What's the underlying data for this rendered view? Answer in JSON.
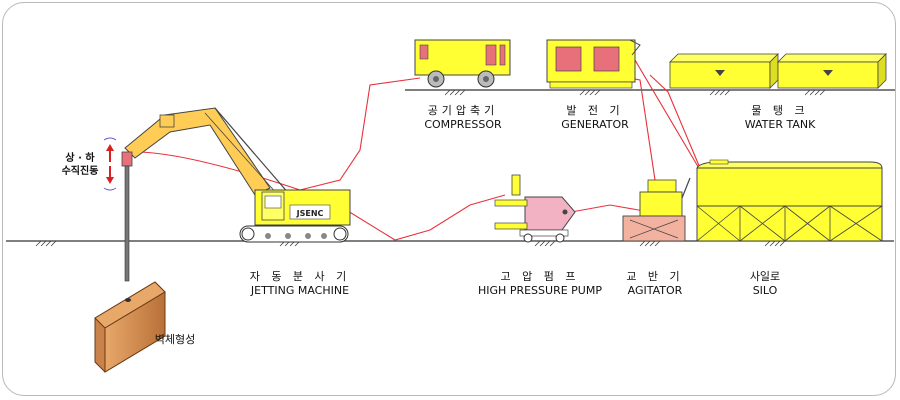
{
  "labels": {
    "compressor": {
      "ko": "공기압축기",
      "en": "COMPRESSOR"
    },
    "generator": {
      "ko": "발 전 기",
      "en": "GENERATOR"
    },
    "water_tank": {
      "ko": "물 탱 크",
      "en": "WATER TANK"
    },
    "jetting_machine": {
      "ko": "자 동 분 사 기",
      "en": "JETTING MACHINE"
    },
    "high_pressure_pump": {
      "ko": "고 압 펌 프",
      "en": "HIGH PRESSURE PUMP"
    },
    "agitator": {
      "ko": "교 반 기",
      "en": "AGITATOR"
    },
    "silo": {
      "ko": "사일로",
      "en": "SILO"
    },
    "vibration_line1": "상 · 하",
    "vibration_line2": "수직진동",
    "wall_formation": "벽체형성",
    "machine_brand": "JSENC"
  },
  "colors": {
    "equipment_yellow": "#ffff33",
    "boom_orange": "#ffcc55",
    "pump_pink": "#f3b2c3",
    "generator_panel": "#e8707a",
    "hose_red": "#e8323c",
    "wall_brown": "#c8824a",
    "ground": "#333333"
  }
}
